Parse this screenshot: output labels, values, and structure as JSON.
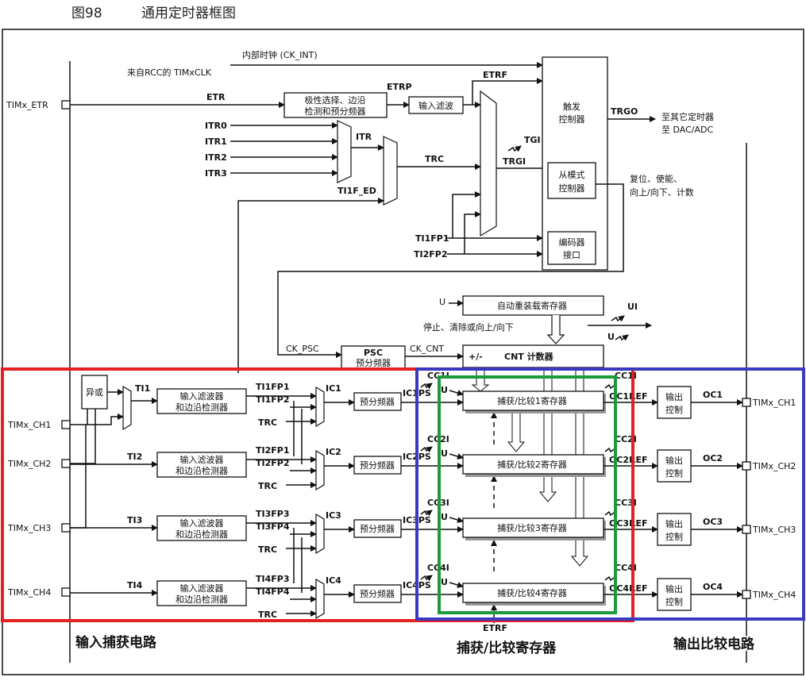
{
  "figure": {
    "number": "图98",
    "title": "通用定时器框图"
  },
  "top": {
    "ck_int": "内部时钟 (CK_INT)",
    "rcc": "来自RCC的 TIMxCLK",
    "etr_pin": "TIMx_ETR",
    "etr": "ETR",
    "polarity": [
      "极性选择、边沿",
      "检测和预分频器"
    ],
    "etrp": "ETRP",
    "input_filter": "输入滤波",
    "etrf": "ETRF",
    "itr": [
      "ITR0",
      "ITR1",
      "ITR2",
      "ITR3"
    ],
    "itr_out": "ITR",
    "ti1f_ed": "TI1F_ED",
    "trc": "TRC",
    "tgi": "TGI",
    "trgi": "TRGI",
    "ti1fp1": "TI1FP1",
    "ti2fp2": "TI2FP2",
    "trigger": [
      "触发",
      "控制器"
    ],
    "slave": [
      "从模式",
      "控制器"
    ],
    "encoder": [
      "编码器",
      "接口"
    ],
    "trgo": "TRGO",
    "trgo_dest": [
      "至其它定时器",
      "至 DAC/ADC"
    ],
    "slave_out": [
      "复位、使能、",
      "向上/向下、计数"
    ],
    "ck_psc": "CK_PSC",
    "psc": "PSC",
    "psc_sub": "预分频器",
    "ck_cnt": "CK_CNT",
    "cnt_sign": "+/-",
    "cnt": "CNT 计数器",
    "arr": "自动重装载寄存器",
    "u": "U",
    "ui": "UI",
    "u2": "U",
    "stop": "停止、清除或向上/向下"
  },
  "xor": "异或",
  "channels": [
    {
      "pin": "TIMx_CH1",
      "ti": "TI1",
      "filter": [
        "输入滤波器",
        "和边沿检测器"
      ],
      "fp": [
        "TI1FP1",
        "TI1FP2"
      ],
      "trc": "TRC",
      "ic": "IC1",
      "prescaler": "预分频器",
      "icps": "IC1PS",
      "u": "U",
      "cci": "CC1I",
      "reg": "捕获/比较1寄存器",
      "cc_out": "CC1I",
      "ocref": "OC1REF",
      "outctl": [
        "输出",
        "控制"
      ],
      "oc": "OC1",
      "outpin": "TIMx_CH1"
    },
    {
      "pin": "TIMx_CH2",
      "ti": "TI2",
      "filter": [
        "输入滤波器",
        "和边沿检测器"
      ],
      "fp": [
        "TI2FP1",
        "TI2FP2"
      ],
      "trc": "TRC",
      "ic": "IC2",
      "prescaler": "预分频器",
      "icps": "IC2PS",
      "u": "U",
      "cci": "CC2I",
      "reg": "捕获/比较2寄存器",
      "cc_out": "CC2I",
      "ocref": "OC2REF",
      "outctl": [
        "输出",
        "控制"
      ],
      "oc": "OC2",
      "outpin": "TIMx_CH2"
    },
    {
      "pin": "TIMx_CH3",
      "ti": "TI3",
      "filter": [
        "输入滤波器",
        "和边沿检测器"
      ],
      "fp": [
        "TI3FP3",
        "TI3FP4"
      ],
      "trc": "TRC",
      "ic": "IC3",
      "prescaler": "预分频器",
      "icps": "IC3PS",
      "u": "U",
      "cci": "CC3I",
      "reg": "捕获/比较3寄存器",
      "cc_out": "CC3I",
      "ocref": "OC3REF",
      "outctl": [
        "输出",
        "控制"
      ],
      "oc": "OC3",
      "outpin": "TIMx_CH3"
    },
    {
      "pin": "TIMx_CH4",
      "ti": "TI4",
      "filter": [
        "输入滤波器",
        "和边沿检测器"
      ],
      "fp": [
        "TI4FP3",
        "TI4FP4"
      ],
      "trc": "TRC",
      "ic": "IC4",
      "prescaler": "预分频器",
      "icps": "IC4PS",
      "u": "U",
      "cci": "CC4I",
      "reg": "捕获/比较4寄存器",
      "cc_out": "CC4I",
      "ocref": "OC4REF",
      "outctl": [
        "输出",
        "控制"
      ],
      "oc": "OC4",
      "outpin": "TIMx_CH4"
    }
  ],
  "bottom_etrf": "ETRF",
  "regions": [
    {
      "label": "输入捕获电路",
      "color": "#e52020"
    },
    {
      "label": "捕获/比较寄存器",
      "color": "#1e9a3c"
    },
    {
      "label": "输出比较电路",
      "color": "#3a3ac0"
    }
  ]
}
